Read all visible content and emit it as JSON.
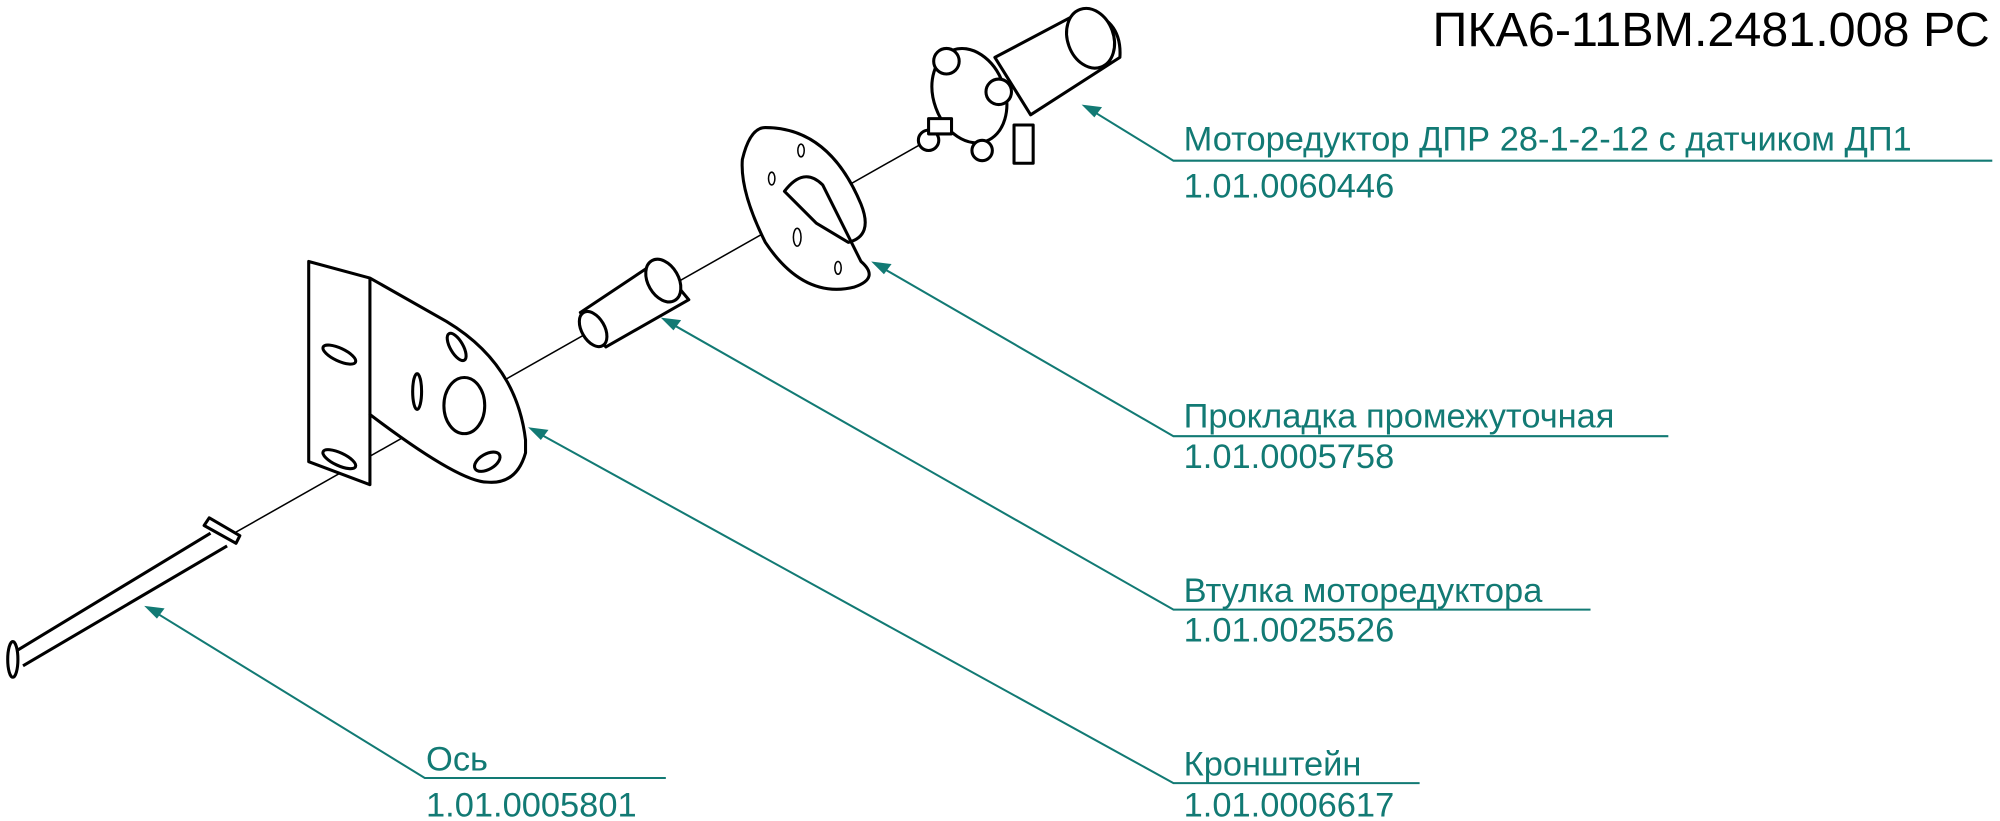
{
  "title": "ПКА6-11ВМ.2481.008 РС",
  "accent_color": "#127a74",
  "callouts": [
    {
      "name": "Моторедуктор ДПР 28-1-2-12 с датчиком ДП1",
      "code": "1.01.0060446"
    },
    {
      "name": "Прокладка промежуточная",
      "code": "1.01.0005758"
    },
    {
      "name": "Втулка моторедуктора",
      "code": "1.01.0025526"
    },
    {
      "name": "Кронштейн",
      "code": "1.01.0006617"
    },
    {
      "name": "Ось",
      "code": "1.01.0005801"
    }
  ]
}
